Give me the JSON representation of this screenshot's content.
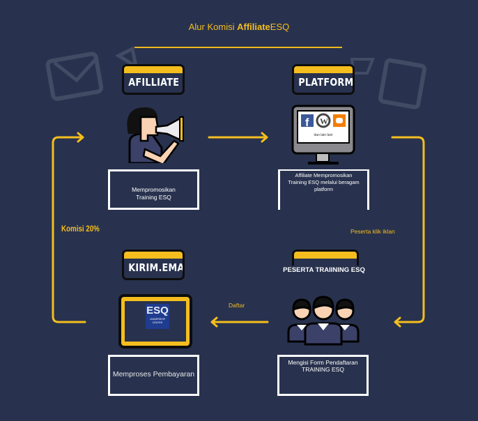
{
  "title": {
    "prefix": "Alur Komisi ",
    "bold": "Affiliate",
    "suffix": "ESQ"
  },
  "badges": {
    "affiliate": "AFILLIATE",
    "platform": "PLATFORM",
    "kirim_email": "KIRIM.EMAIL"
  },
  "peserta_heading": "PESERTA TRAIINING ESQ",
  "monitor_caption": "dan lain-lain",
  "esq_logo": {
    "text": "ESQ",
    "sub1": "LEADERSHIP",
    "sub2": "CENTER"
  },
  "boxes": {
    "promote_line1": "Mempromosikan",
    "promote_line2": "Training  ESQ",
    "platform_line1": "Affiliate Mempromosikan",
    "platform_line2": "Training ESQ melalui beragam",
    "platform_line3": "platform",
    "payment": "Memproses Pembayaran",
    "form_line1": "Mengisi Form Pendaftaran",
    "form_line2": "TRAINING ESQ"
  },
  "labels": {
    "commission": "Komisi 20%",
    "click": "Peserta klik iklan",
    "register": "Daftar"
  },
  "colors": {
    "background": "#28324e",
    "accent": "#f5be1e"
  }
}
